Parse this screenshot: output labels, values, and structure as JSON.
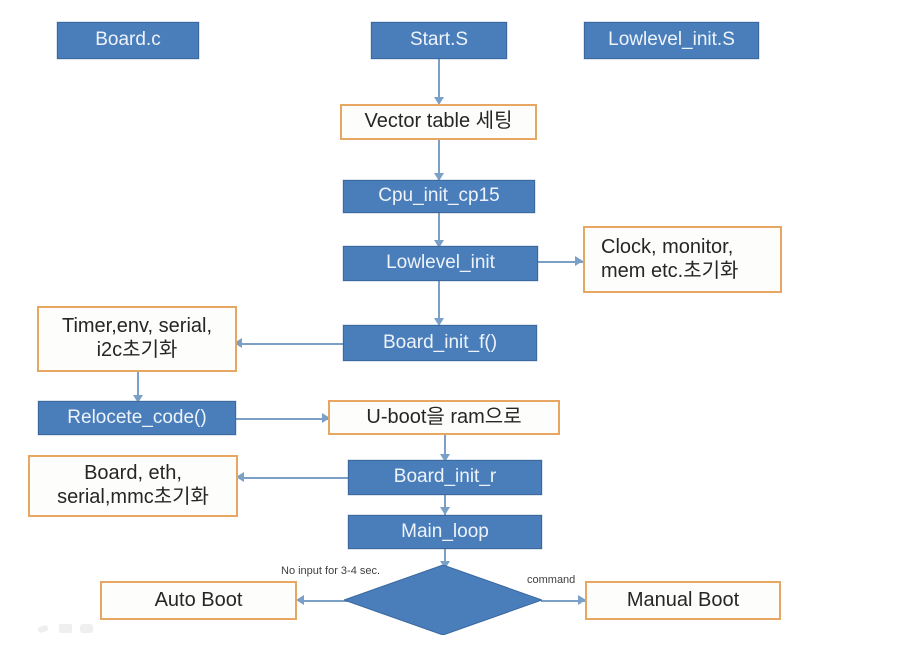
{
  "diagram": {
    "title": "U-Boot boot sequence flowchart",
    "colors": {
      "blue_fill": "#4a7ebb",
      "blue_border": "#3a689f",
      "blue_text": "#eef3fa",
      "white_fill": "#fdfdfc",
      "orange_border": "#e7a763",
      "dark_text": "#262626",
      "connector": "#7ba0c8",
      "background": "#ffffff"
    },
    "file_headers": [
      {
        "key": "board_c",
        "label": "Board.c"
      },
      {
        "key": "start_s",
        "label": "Start.S"
      },
      {
        "key": "lowlevel_init_s",
        "label": "Lowlevel_init.S"
      }
    ],
    "nodes": {
      "board_c": "Board.c",
      "start_s": "Start.S",
      "lowlevel_init_s": "Lowlevel_init.S",
      "vector_table": "Vector table 세팅",
      "cpu_init_cp15": "Cpu_init_cp15",
      "lowlevel_init": "Lowlevel_init",
      "clock_monitor": "Clock, monitor,\nmem etc.초기화",
      "board_init_f": "Board_init_f()",
      "timer_env": "Timer,env, serial,\ni2c초기화",
      "relocate_code": "Relocete_code()",
      "uboot_to_ram": "U-boot을 ram으로",
      "board_eth": "Board, eth,\nserial,mmc초기화",
      "board_init_r": "Board_init_r",
      "main_loop": "Main_loop",
      "decision": "",
      "auto_boot": "Auto Boot",
      "manual_boot": "Manual Boot"
    },
    "edge_labels": {
      "no_input": "No input for 3-4 sec.",
      "command": "command"
    }
  }
}
